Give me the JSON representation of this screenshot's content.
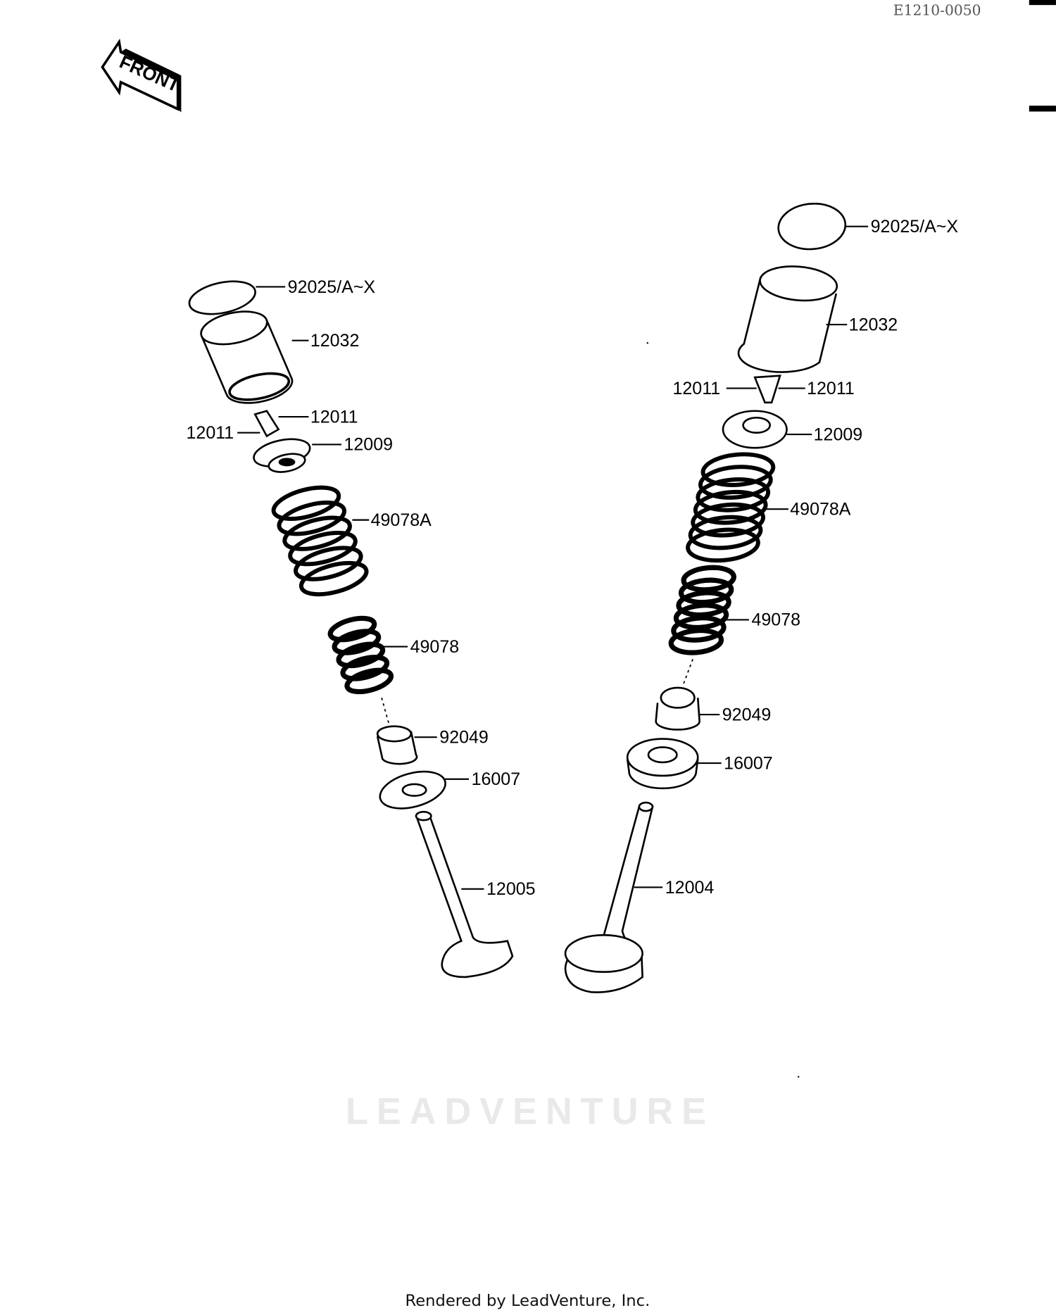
{
  "diagram_code": "E1210-0050",
  "front_arrow": "FRONT",
  "watermark": "LEADVENTURE",
  "footer": "Rendered by LeadVenture, Inc.",
  "left_assembly": {
    "shim": "92025/A~X",
    "tappet": "12032",
    "keeper_right": "12011",
    "keeper_left": "12011",
    "retainer": "12009",
    "outer_spring": "49078A",
    "inner_spring": "49078",
    "seal": "92049",
    "seat": "16007",
    "valve": "12005"
  },
  "right_assembly": {
    "shim": "92025/A~X",
    "tappet": "12032",
    "keeper_left": "12011",
    "keeper_right": "12011",
    "retainer": "12009",
    "outer_spring": "49078A",
    "inner_spring": "49078",
    "seal": "92049",
    "seat": "16007",
    "valve": "12004"
  }
}
